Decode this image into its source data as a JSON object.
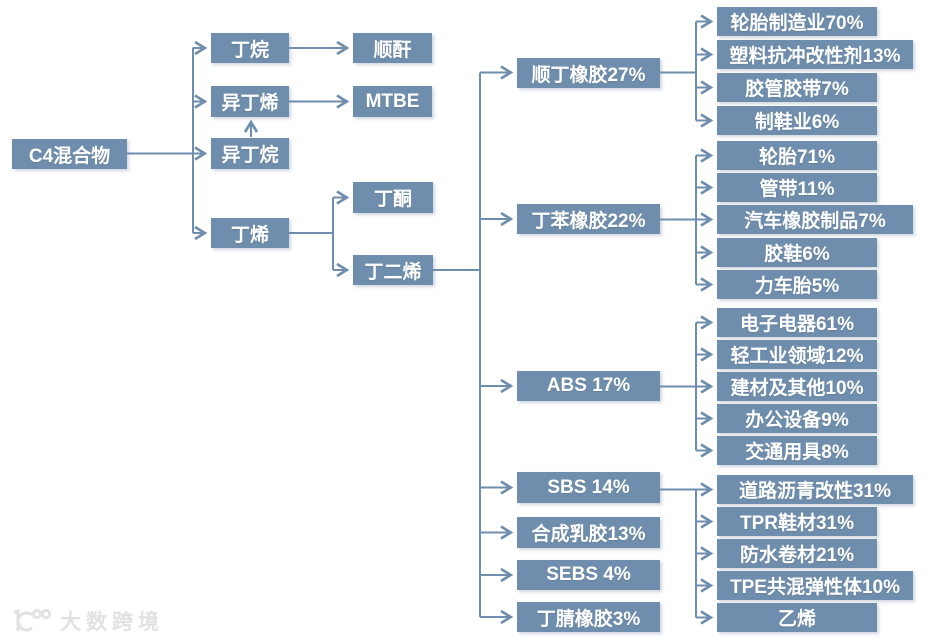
{
  "accent_color": "#6F8EAD",
  "root": {
    "label": "C4混合物"
  },
  "c4_components": [
    {
      "label": "丁烷"
    },
    {
      "label": "异丁烯"
    },
    {
      "label": "异丁烷"
    },
    {
      "label": "丁烯"
    }
  ],
  "intermediates": [
    {
      "label": "顺酐"
    },
    {
      "label": "MTBE"
    },
    {
      "label": "丁酮"
    },
    {
      "label": "丁二烯"
    }
  ],
  "butadiene_derivatives": [
    {
      "label": "顺丁橡胶27%",
      "uses": [
        "轮胎制造业70%",
        "塑料抗冲改性剂13%",
        "胶管胶带7%",
        "制鞋业6%"
      ]
    },
    {
      "label": "丁苯橡胶22%",
      "uses": [
        "轮胎71%",
        "管带11%",
        "汽车橡胶制品7%",
        "胶鞋6%",
        "力车胎5%"
      ]
    },
    {
      "label": "ABS 17%",
      "uses": [
        "电子电器61%",
        "轻工业领域12%",
        "建材及其他10%",
        "办公设备9%",
        "交通用具8%"
      ]
    },
    {
      "label": "SBS 14%",
      "uses": [
        "道路沥青改性31%",
        "TPR鞋材31%",
        "防水卷材21%",
        "TPE共混弹性体10%",
        "乙烯"
      ]
    },
    {
      "label": "合成乳胶13%",
      "uses": []
    },
    {
      "label": "SEBS 4%",
      "uses": []
    },
    {
      "label": "丁腈橡胶3%",
      "uses": []
    }
  ],
  "watermark": {
    "text": "大数跨境"
  }
}
